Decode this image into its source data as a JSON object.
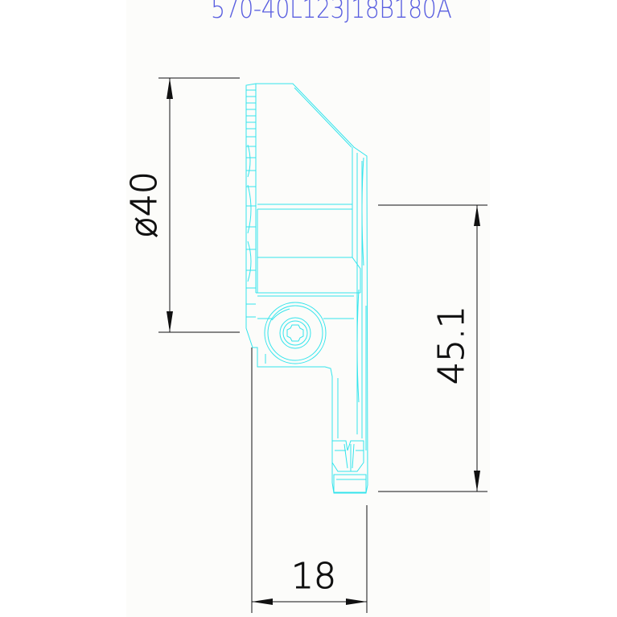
{
  "drawing": {
    "title": "570-40L123J18B180A",
    "dimensions": {
      "diameter": "ø40",
      "height": "45.1",
      "width": "18"
    }
  },
  "colors": {
    "part_outline": "#33e4ec",
    "dimension_lines": "#111111",
    "title_text": "#5a5fe0",
    "sheet_background": "#fcfcfa"
  }
}
